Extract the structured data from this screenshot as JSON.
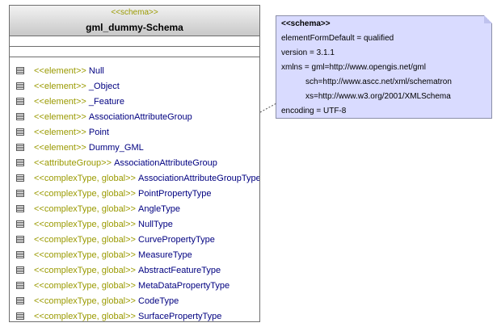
{
  "class_box": {
    "stereotype": "<<schema>>",
    "name": "gml_dummy-Schema",
    "members": [
      {
        "stereotype": "<<element>>",
        "name": "Null"
      },
      {
        "stereotype": "<<element>>",
        "name": "_Object"
      },
      {
        "stereotype": "<<element>>",
        "name": "_Feature"
      },
      {
        "stereotype": "<<element>>",
        "name": "AssociationAttributeGroup"
      },
      {
        "stereotype": "<<element>>",
        "name": "Point"
      },
      {
        "stereotype": "<<element>>",
        "name": "Dummy_GML"
      },
      {
        "stereotype": "<<attributeGroup>>",
        "name": "AssociationAttributeGroup"
      },
      {
        "stereotype": "<<complexType, global>>",
        "name": "AssociationAttributeGroupType"
      },
      {
        "stereotype": "<<complexType, global>>",
        "name": "PointPropertyType"
      },
      {
        "stereotype": "<<complexType, global>>",
        "name": "AngleType"
      },
      {
        "stereotype": "<<complexType, global>>",
        "name": "NullType"
      },
      {
        "stereotype": "<<complexType, global>>",
        "name": "CurvePropertyType"
      },
      {
        "stereotype": "<<complexType, global>>",
        "name": "MeasureType"
      },
      {
        "stereotype": "<<complexType, global>>",
        "name": "AbstractFeatureType"
      },
      {
        "stereotype": "<<complexType, global>>",
        "name": "MetaDataPropertyType"
      },
      {
        "stereotype": "<<complexType, global>>",
        "name": "CodeType"
      },
      {
        "stereotype": "<<complexType, global>>",
        "name": "SurfacePropertyType"
      }
    ]
  },
  "note": {
    "title": "<<schema>>",
    "lines": [
      "elementFormDefault = qualified",
      "version = 3.1.1",
      "xmlns = gml=http://www.opengis.net/gml",
      "sch=http://www.ascc.net/xml/schematron",
      "xs=http://www.w3.org/2001/XMLSchema",
      "encoding = UTF-8"
    ]
  },
  "colors": {
    "stereotype": "#9a9a00",
    "member_name": "#000080",
    "note_fill": "#d9dbff"
  }
}
